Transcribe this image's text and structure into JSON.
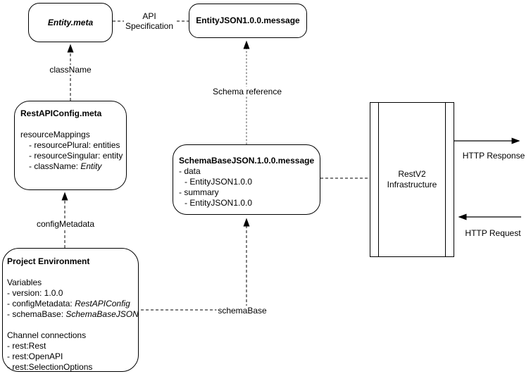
{
  "diagram": {
    "accent_color": "#000000",
    "background_color": "#ffffff"
  },
  "nodes": {
    "entity_meta": {
      "title": "Entity.meta"
    },
    "entity_json": {
      "title": "EntityJSON1.0.0.message"
    },
    "rest_api_config": {
      "title": "RestAPIConfig.meta",
      "section": "resourceMappings",
      "items": {
        "plural": "- resourcePlural: entities",
        "singular": "- resourceSingular: entity",
        "classname_label": "- className: ",
        "classname_value": "Entity"
      }
    },
    "schema_base": {
      "title": "SchemaBaseJSON.1.0.0.message",
      "lines": {
        "data": "- data",
        "data_entity": "- EntityJSON1.0.0",
        "summary": "- summary",
        "summary_entity": "- EntityJSON1.0.0"
      }
    },
    "restv2": {
      "title_line1": "RestV2",
      "title_line2": "Infrastructure"
    },
    "project_env": {
      "title": "Project Environment",
      "variables_header": "Variables",
      "version": "- version: 1.0.0",
      "config_label": "- configMetadata: ",
      "config_value": "RestAPIConfig",
      "schema_label": "- schemaBase: ",
      "schema_value": "SchemaBaseJSON",
      "channels_header": "Channel connections",
      "channels": {
        "rest": "- rest:Rest",
        "openapi": "- rest:OpenAPI",
        "selection": "- rest:SelectionOptions"
      }
    }
  },
  "edges": {
    "api_spec": {
      "label_line1": "API",
      "label_line2": "Specification"
    },
    "classname": {
      "label": "className"
    },
    "schema_ref": {
      "label": "Schema reference"
    },
    "config_metadata": {
      "label": "configMetadata"
    },
    "schema_base": {
      "label": "schemaBase"
    },
    "http_response": {
      "label": "HTTP Response"
    },
    "http_request": {
      "label": "HTTP Request"
    }
  }
}
